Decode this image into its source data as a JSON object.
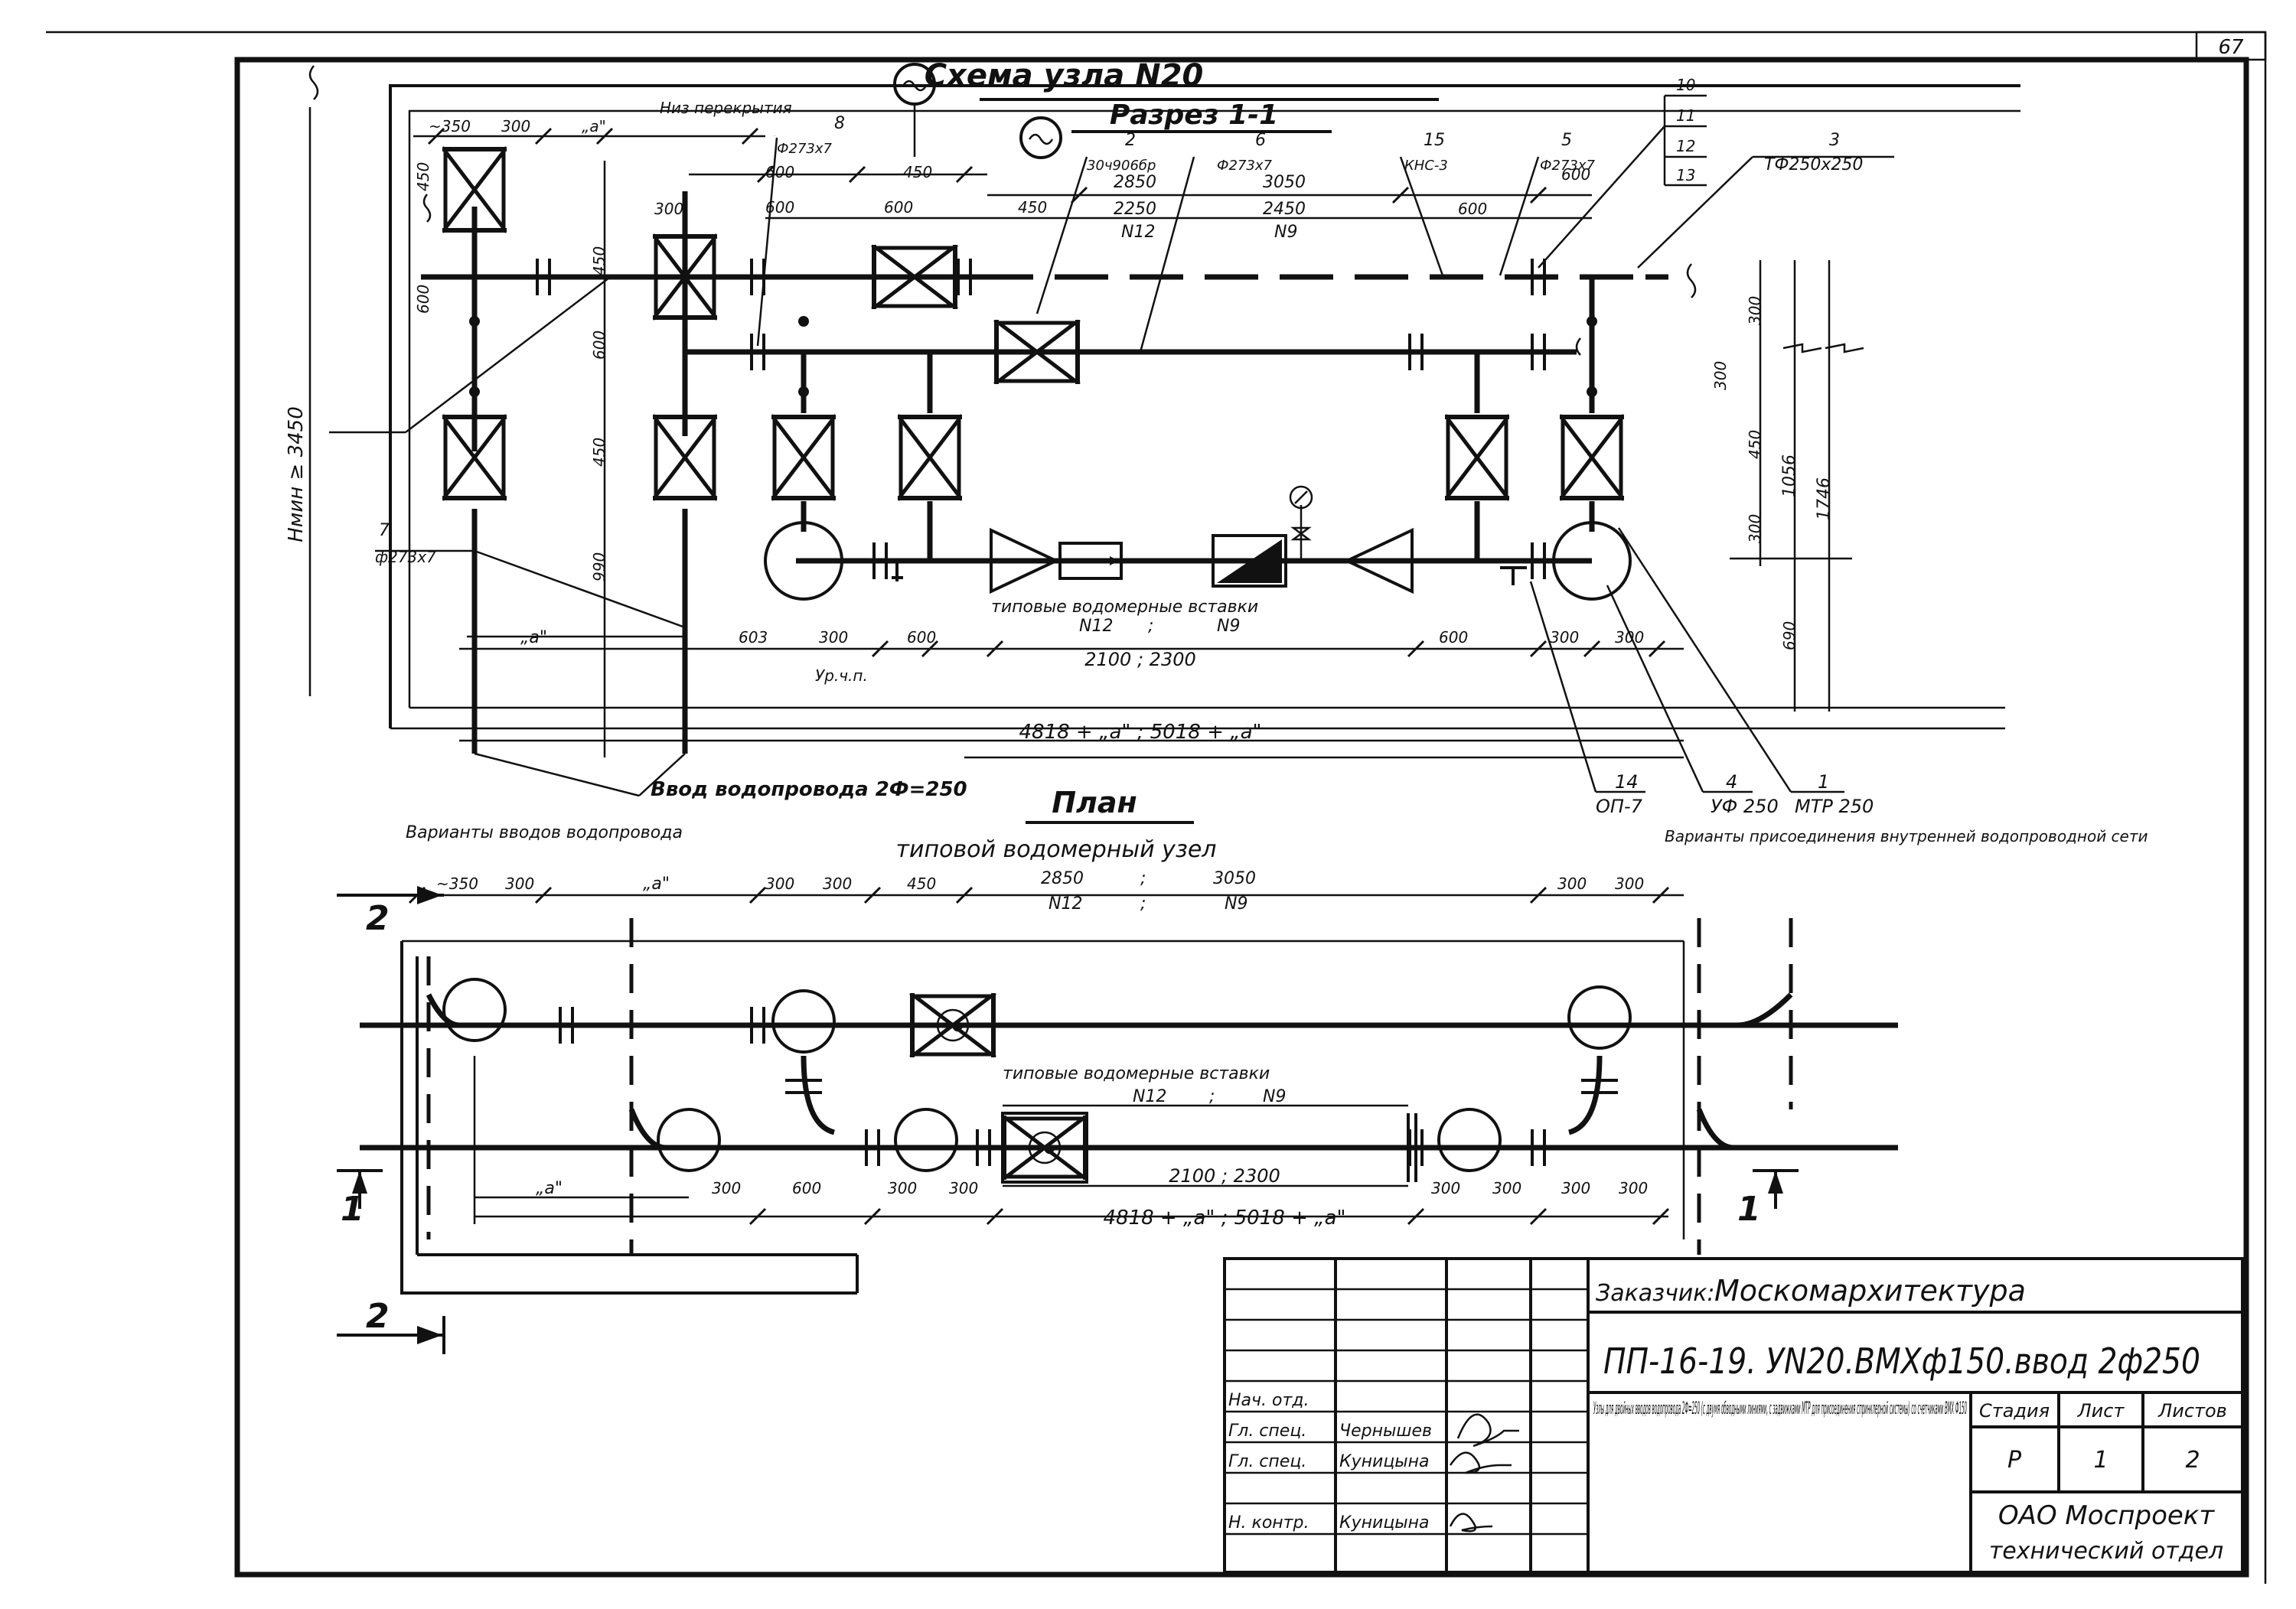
{
  "sheet": {
    "page_number": "67"
  },
  "section": {
    "title": "Схема узла N20",
    "subtitle": "Разрез 1-1",
    "notes": {
      "ceiling": "Низ перекрытия",
      "floor_level": "Ур.ч.п.",
      "height": "Hмин ≥ 3450",
      "meters": "типовые водомерные вставки",
      "meters_nums": [
        "N12",
        ";",
        "N9"
      ],
      "meters_len": "2100 ; 2300",
      "total": "4818 + „а\" ; 5018 + „а\"",
      "inlet": "Ввод водопровода 2Ф=250"
    },
    "dims_top": [
      "~350",
      "300",
      "„а\"",
      "450",
      "600",
      "600",
      "600",
      "450",
      "2850",
      "3050",
      "2250",
      "2450",
      "N12",
      "N9",
      "600",
      "600",
      "300"
    ],
    "dims_left": [
      "450",
      "600",
      "450",
      "600",
      "450",
      "990"
    ],
    "dims_right": [
      "300",
      "300",
      "450",
      "300",
      "1056",
      "1746",
      "690"
    ],
    "dims_bottom": [
      "„а\"",
      "603",
      "300",
      "600",
      "600",
      "300",
      "300"
    ],
    "pipe_labels": [
      "Ф273x7",
      "Ф273x7",
      "Ф273x7",
      "ф273x7"
    ],
    "callouts": [
      {
        "num": "8",
        "text": "Ф273x7"
      },
      {
        "num": "2",
        "text": "30ч906бр"
      },
      {
        "num": "6",
        "text": "Ф273x7"
      },
      {
        "num": "15",
        "text": "КНС-3"
      },
      {
        "num": "5",
        "text": "Ф273x7"
      },
      {
        "num": "3",
        "text": "ТФ250x250"
      },
      {
        "num": "7",
        "text": "ф273x7"
      },
      {
        "num": "14",
        "text": "ОП-7"
      },
      {
        "num": "4",
        "text": "УФ 250"
      },
      {
        "num": "1",
        "text": "МТР 250"
      }
    ],
    "side_numbers": [
      "10",
      "11",
      "12",
      "13"
    ]
  },
  "plan": {
    "title": "План",
    "inlet_variants": "Варианты вводов водопровода",
    "node": "типовой водомерный узел",
    "node_dims": [
      "2850",
      ";",
      "3050"
    ],
    "node_nums": [
      "N12",
      ";",
      "N9"
    ],
    "connection_variants": "Варианты присоединения внутренней водопроводной сети",
    "meters": "типовые водомерные вставки",
    "meters_nums": [
      "N12",
      ";",
      "N9"
    ],
    "meters_len": "2100 ; 2300",
    "total": "4818 + „а\" ; 5018 + „а\"",
    "dims_top": [
      "~350",
      "300",
      "„а\"",
      "300",
      "300",
      "450",
      "300",
      "300"
    ],
    "dims_bottom": [
      "„а\"",
      "300",
      "600",
      "300",
      "300",
      "300",
      "300",
      "300",
      "300"
    ],
    "section_marks": [
      "2",
      "1",
      "1",
      "2"
    ]
  },
  "title_block": {
    "customer_label": "Заказчик:",
    "customer": "Москомархитектура",
    "code": "ПП-16-19. УN20.ВМХф150.ввод 2ф250",
    "description": "Узлы для двойных вводов водопровода 2Ф=250 (с двумя обводными линиями, с задвижками МТР для присоединения спринклерной системы) со счетчиками ВМХ Ф150",
    "roles": [
      {
        "role": "Нач. отд.",
        "name": ""
      },
      {
        "role": "Гл. спец.",
        "name": "Чернышев"
      },
      {
        "role": "Гл. спец.",
        "name": "Куницына"
      },
      {
        "role": "Н. контр.",
        "name": "Куницына"
      }
    ],
    "stage_label": "Стадия",
    "sheet_label": "Лист",
    "sheets_label": "Листов",
    "stage": "Р",
    "sheet": "1",
    "sheets": "2",
    "org_line1": "ОАО Моспроект",
    "org_line2": "технический отдел"
  }
}
